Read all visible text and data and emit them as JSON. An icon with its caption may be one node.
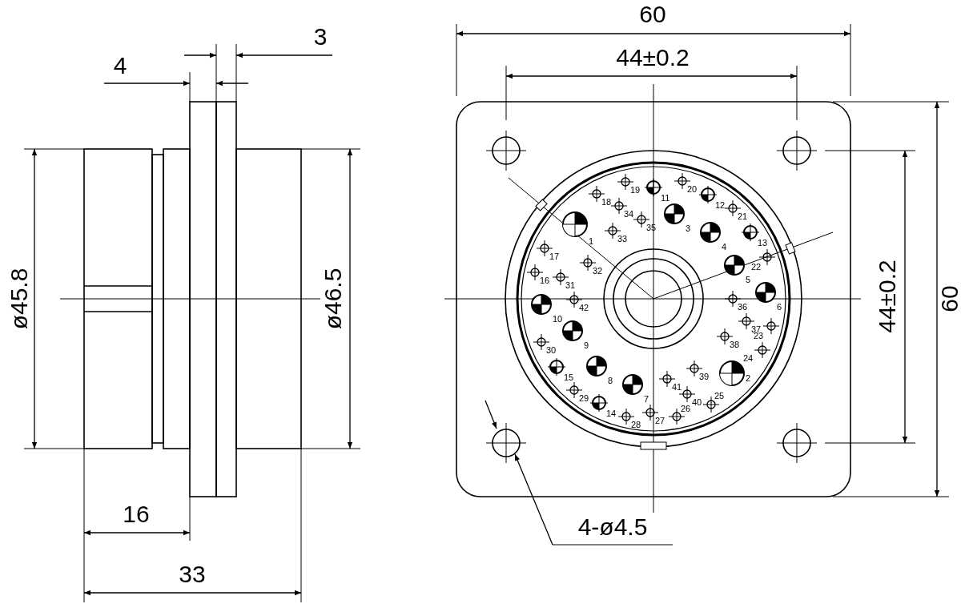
{
  "diagram": {
    "nodes": [
      {
        "text": [],
        "shape": "circle"
      },
      {
        "text": [],
        "shape": "circle"
      },
      {
        "text": [],
        "shape": "circle"
      },
      {
        "text": [],
        "shape": "circle"
      },
      {
        "text": [
          "4-ø4.5"
        ]
      }
    ],
    "edges": [
      {
        "from": 4,
        "to": 2,
        "arrow": "to"
      }
    ],
    "labels": [
      "3",
      "4",
      "60",
      "44±0.2",
      "ø45.8",
      "ø46.5",
      "44±0.2",
      "60",
      "16",
      "33",
      "20",
      "19",
      "11",
      "18",
      "12",
      "34",
      "21",
      "3",
      "35",
      "1",
      "33",
      "4",
      "13",
      "17",
      "22",
      "32",
      "5",
      "16",
      "31",
      "6",
      "36",
      "42",
      "10",
      "37",
      "23",
      "9",
      "38",
      "30",
      "24",
      "8",
      "15",
      "39",
      "2",
      "41",
      "7",
      "29",
      "40",
      "14",
      "25",
      "27",
      "28",
      "26"
    ]
  }
}
